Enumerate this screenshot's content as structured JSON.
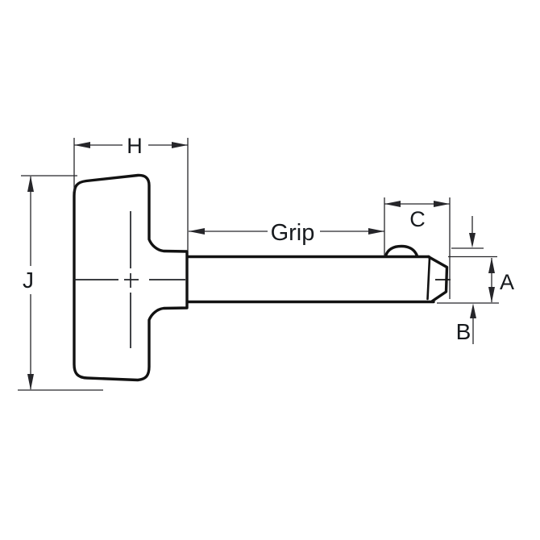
{
  "drawing": {
    "dimension_labels": [
      "H",
      "J",
      "Grip",
      "C",
      "A",
      "B"
    ],
    "labels": {
      "h": "H",
      "j": "J",
      "grip": "Grip",
      "c": "C",
      "a": "A",
      "b": "B"
    },
    "colors": {
      "background": "#ffffff",
      "outline": "#121212",
      "dimension": "#26262a",
      "text": "#171a1e"
    }
  }
}
